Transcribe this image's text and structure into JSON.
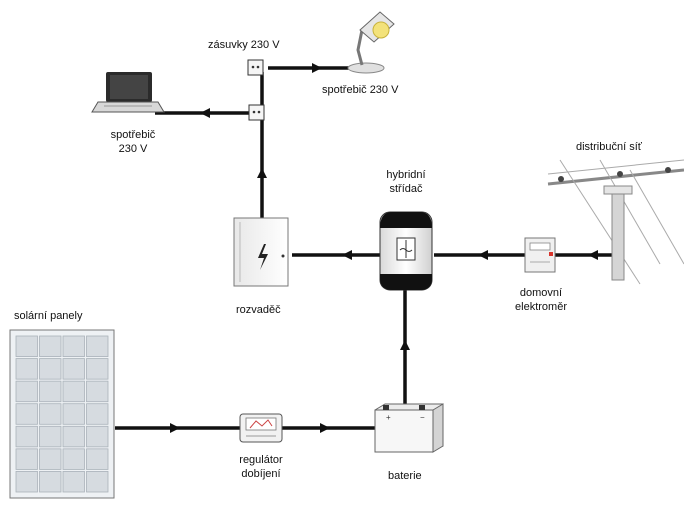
{
  "labels": {
    "outlets": "zásuvky 230 V",
    "lamp": "spotřebič 230 V",
    "laptop_line1": "spotřebič",
    "laptop_line2": "230 V",
    "grid": "distribuční síť",
    "inverter_line1": "hybridní",
    "inverter_line2": "střídač",
    "panels": "solární panely",
    "switchboard": "rozvaděč",
    "meter_line1": "domovní",
    "meter_line2": "elektroměr",
    "regulator_line1": "regulátor",
    "regulator_line2": "dobíjení",
    "battery": "baterie"
  },
  "colors": {
    "wire": "#111111",
    "lamp_bulb": "#f3e27a",
    "meter_indicator": "#d9342b"
  }
}
